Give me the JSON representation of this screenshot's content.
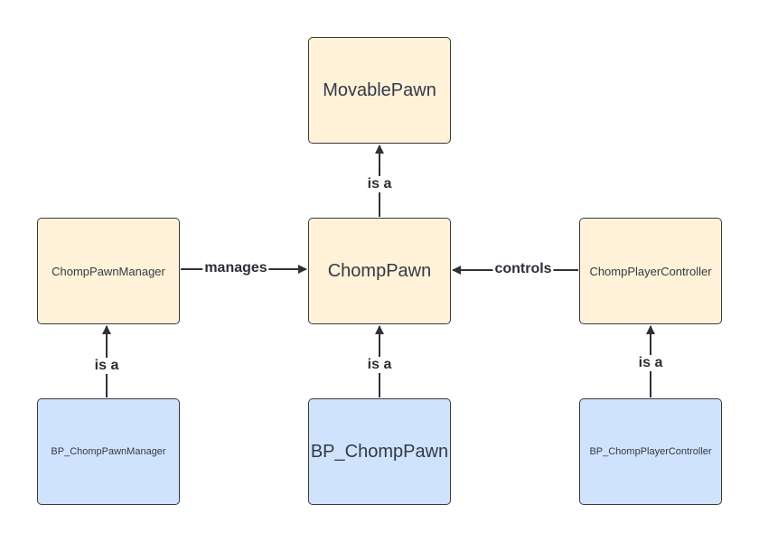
{
  "colors": {
    "class_fill": "#fff2d9",
    "blueprint_fill": "#cfe3fd",
    "border": "#3a3a3a",
    "edge": "#2e3136",
    "text": "#333a45"
  },
  "nodes": {
    "movable_pawn": "MovablePawn",
    "chomp_pawn": "ChompPawn",
    "chomp_pawn_manager": "ChompPawnManager",
    "chomp_player_controller": "ChompPlayerController",
    "bp_chomp_pawn_manager": "BP_ChompPawnManager",
    "bp_chomp_pawn": "BP_ChompPawn",
    "bp_chomp_player_controller": "BP_ChompPlayerController"
  },
  "edges": {
    "chomp_pawn_is_a": "is a",
    "manager_manages": "manages",
    "controller_controls": "controls",
    "bp_manager_is_a": "is a",
    "bp_pawn_is_a": "is a",
    "bp_controller_is_a": "is a"
  }
}
